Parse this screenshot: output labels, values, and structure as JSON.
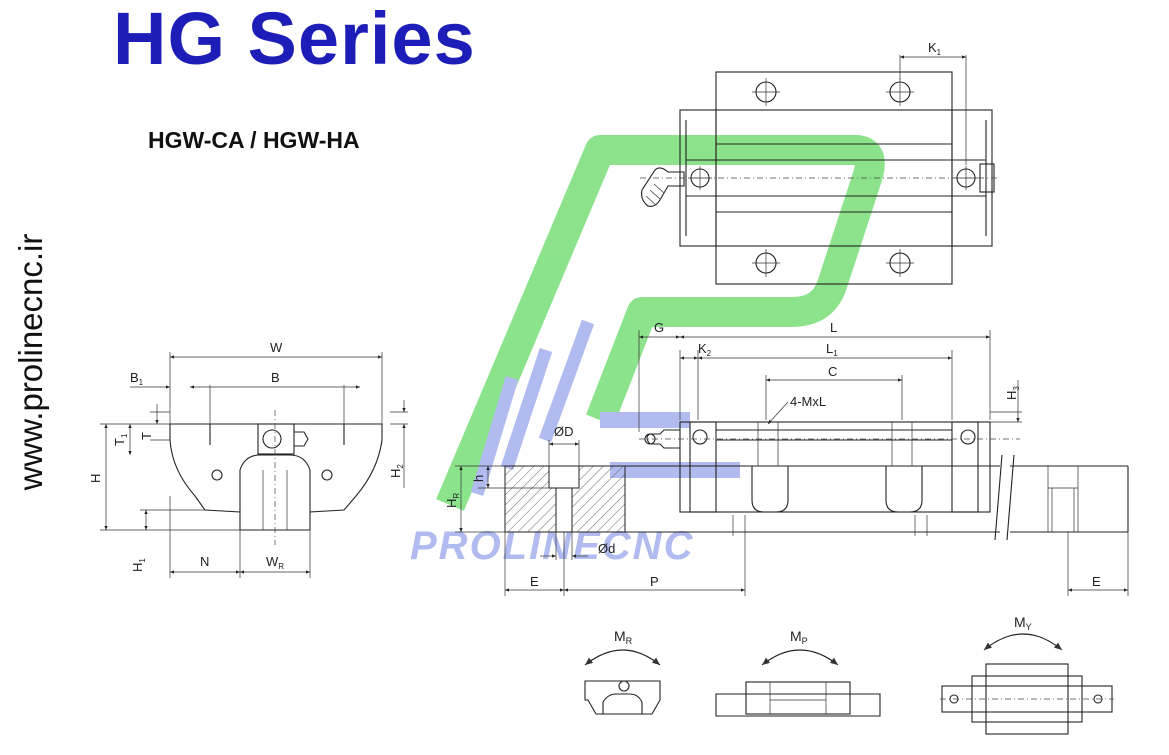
{
  "title": "HG Series",
  "subtitle": "HGW-CA / HGW-HA",
  "website": "www.prolinecnc.ir",
  "watermark": {
    "text": "PROLINECNC",
    "colors": {
      "green": "#7fe07f",
      "blue": "#a9b4ee"
    }
  },
  "accent_color": "#1d1db8",
  "labels": {
    "W": "W",
    "B1": "B",
    "B1_sub": "1",
    "B": "B",
    "T1": "T",
    "T1_sub": "1",
    "T": "T",
    "H": "H",
    "H1": "H",
    "H1_sub": "1",
    "H2": "H",
    "H2_sub": "2",
    "N": "N",
    "WR": "W",
    "WR_sub": "R",
    "K1": "K",
    "K1_sub": "1",
    "G": "G",
    "L": "L",
    "K2": "K",
    "K2_sub": "2",
    "L1": "L",
    "L1_sub": "1",
    "C": "C",
    "MxL": "4-MxL",
    "H3": "H",
    "H3_sub": "3",
    "phiD": "ØD",
    "phid": "Ød",
    "h": "h",
    "HR": "H",
    "HR_sub": "R",
    "E_left": "E",
    "P": "P",
    "E_right": "E",
    "MR": "M",
    "MR_sub": "R",
    "MP": "M",
    "MP_sub": "P",
    "MY": "M",
    "MY_sub": "Y"
  }
}
